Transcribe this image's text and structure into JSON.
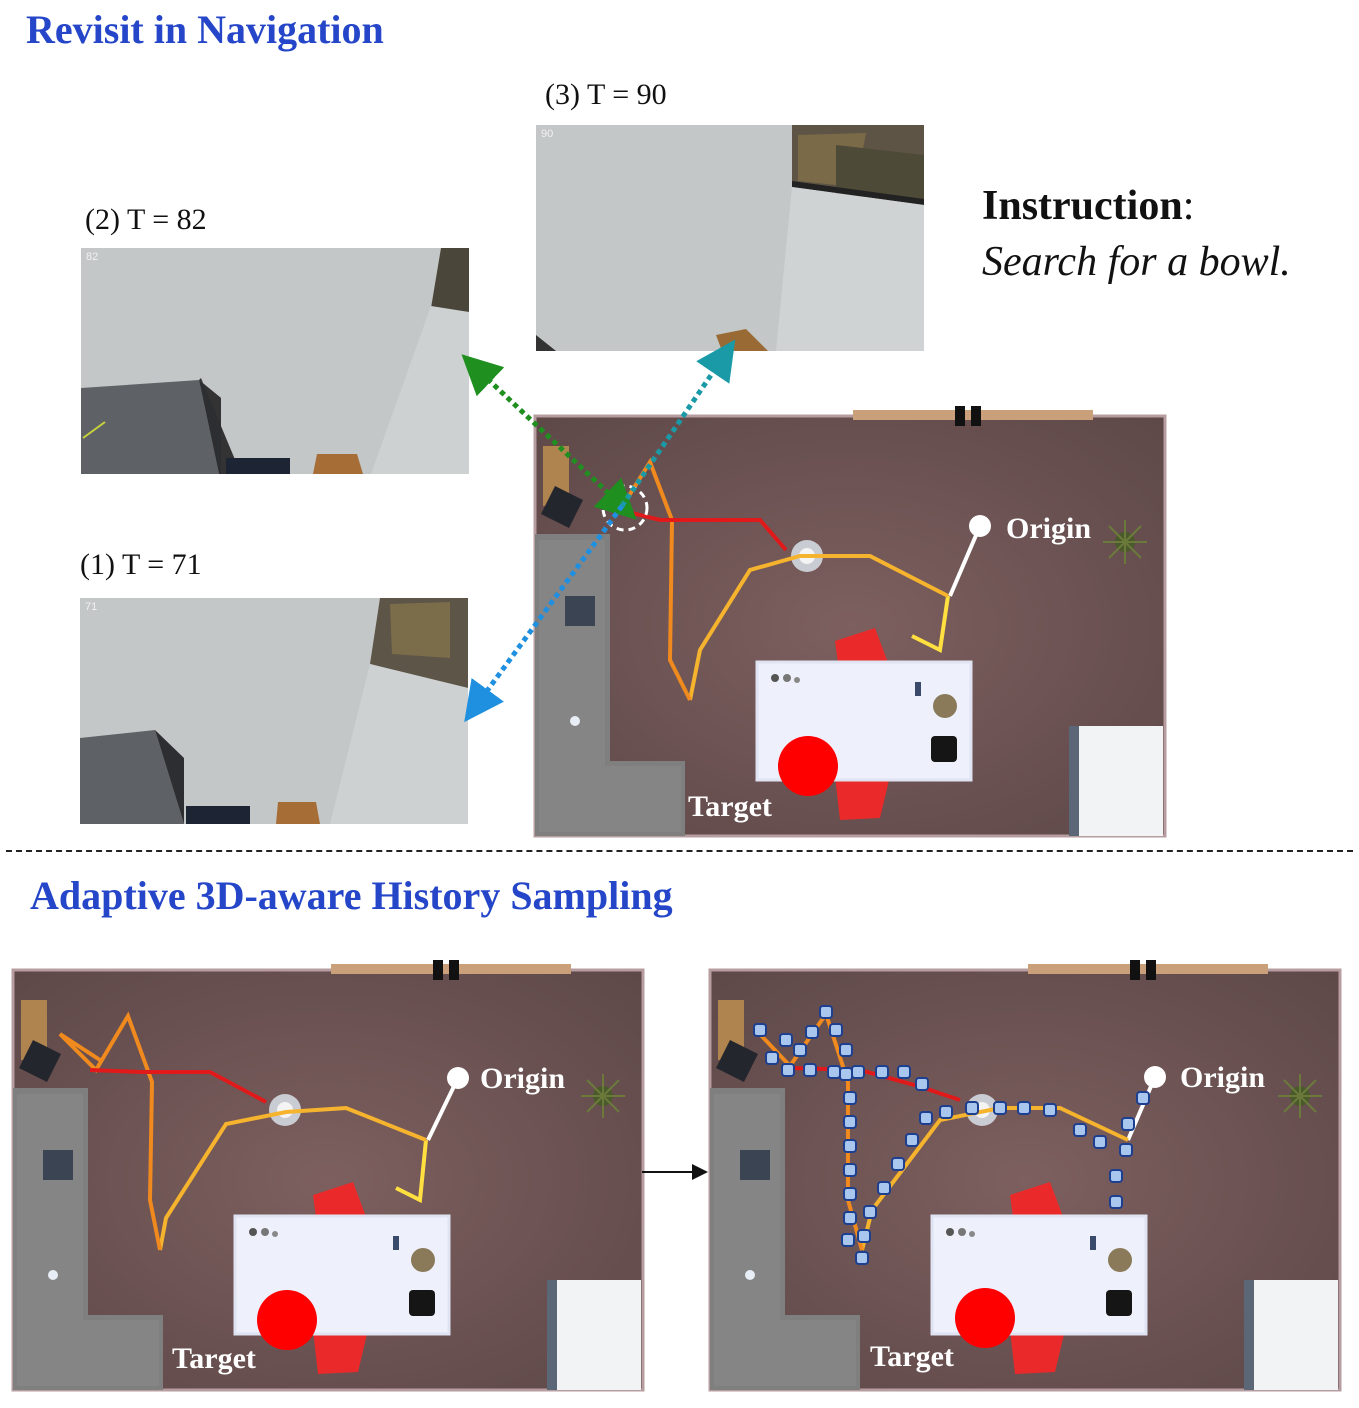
{
  "section1_title": "Revisit in Navigation",
  "section2_title": "Adaptive 3D-aware History Sampling",
  "frames": [
    {
      "caption": "(1) T = 71",
      "step": "71"
    },
    {
      "caption": "(2) T = 82",
      "step": "82"
    },
    {
      "caption": "(3) T = 90",
      "step": "90"
    }
  ],
  "instruction": {
    "key": "Instruction",
    "colon": ":",
    "text": "Search for a bowl."
  },
  "map_labels": {
    "origin": "Origin",
    "target": "Target"
  },
  "colors": {
    "heading": "#2546c8",
    "floor": "#6e5252",
    "target": "#ff0000",
    "arrow_green": "#1f8f1f",
    "arrow_teal": "#1a9aa6",
    "arrow_blue": "#1f8fe0",
    "node_fill": "#a9c6ee",
    "node_stroke": "#1d3f8f"
  }
}
